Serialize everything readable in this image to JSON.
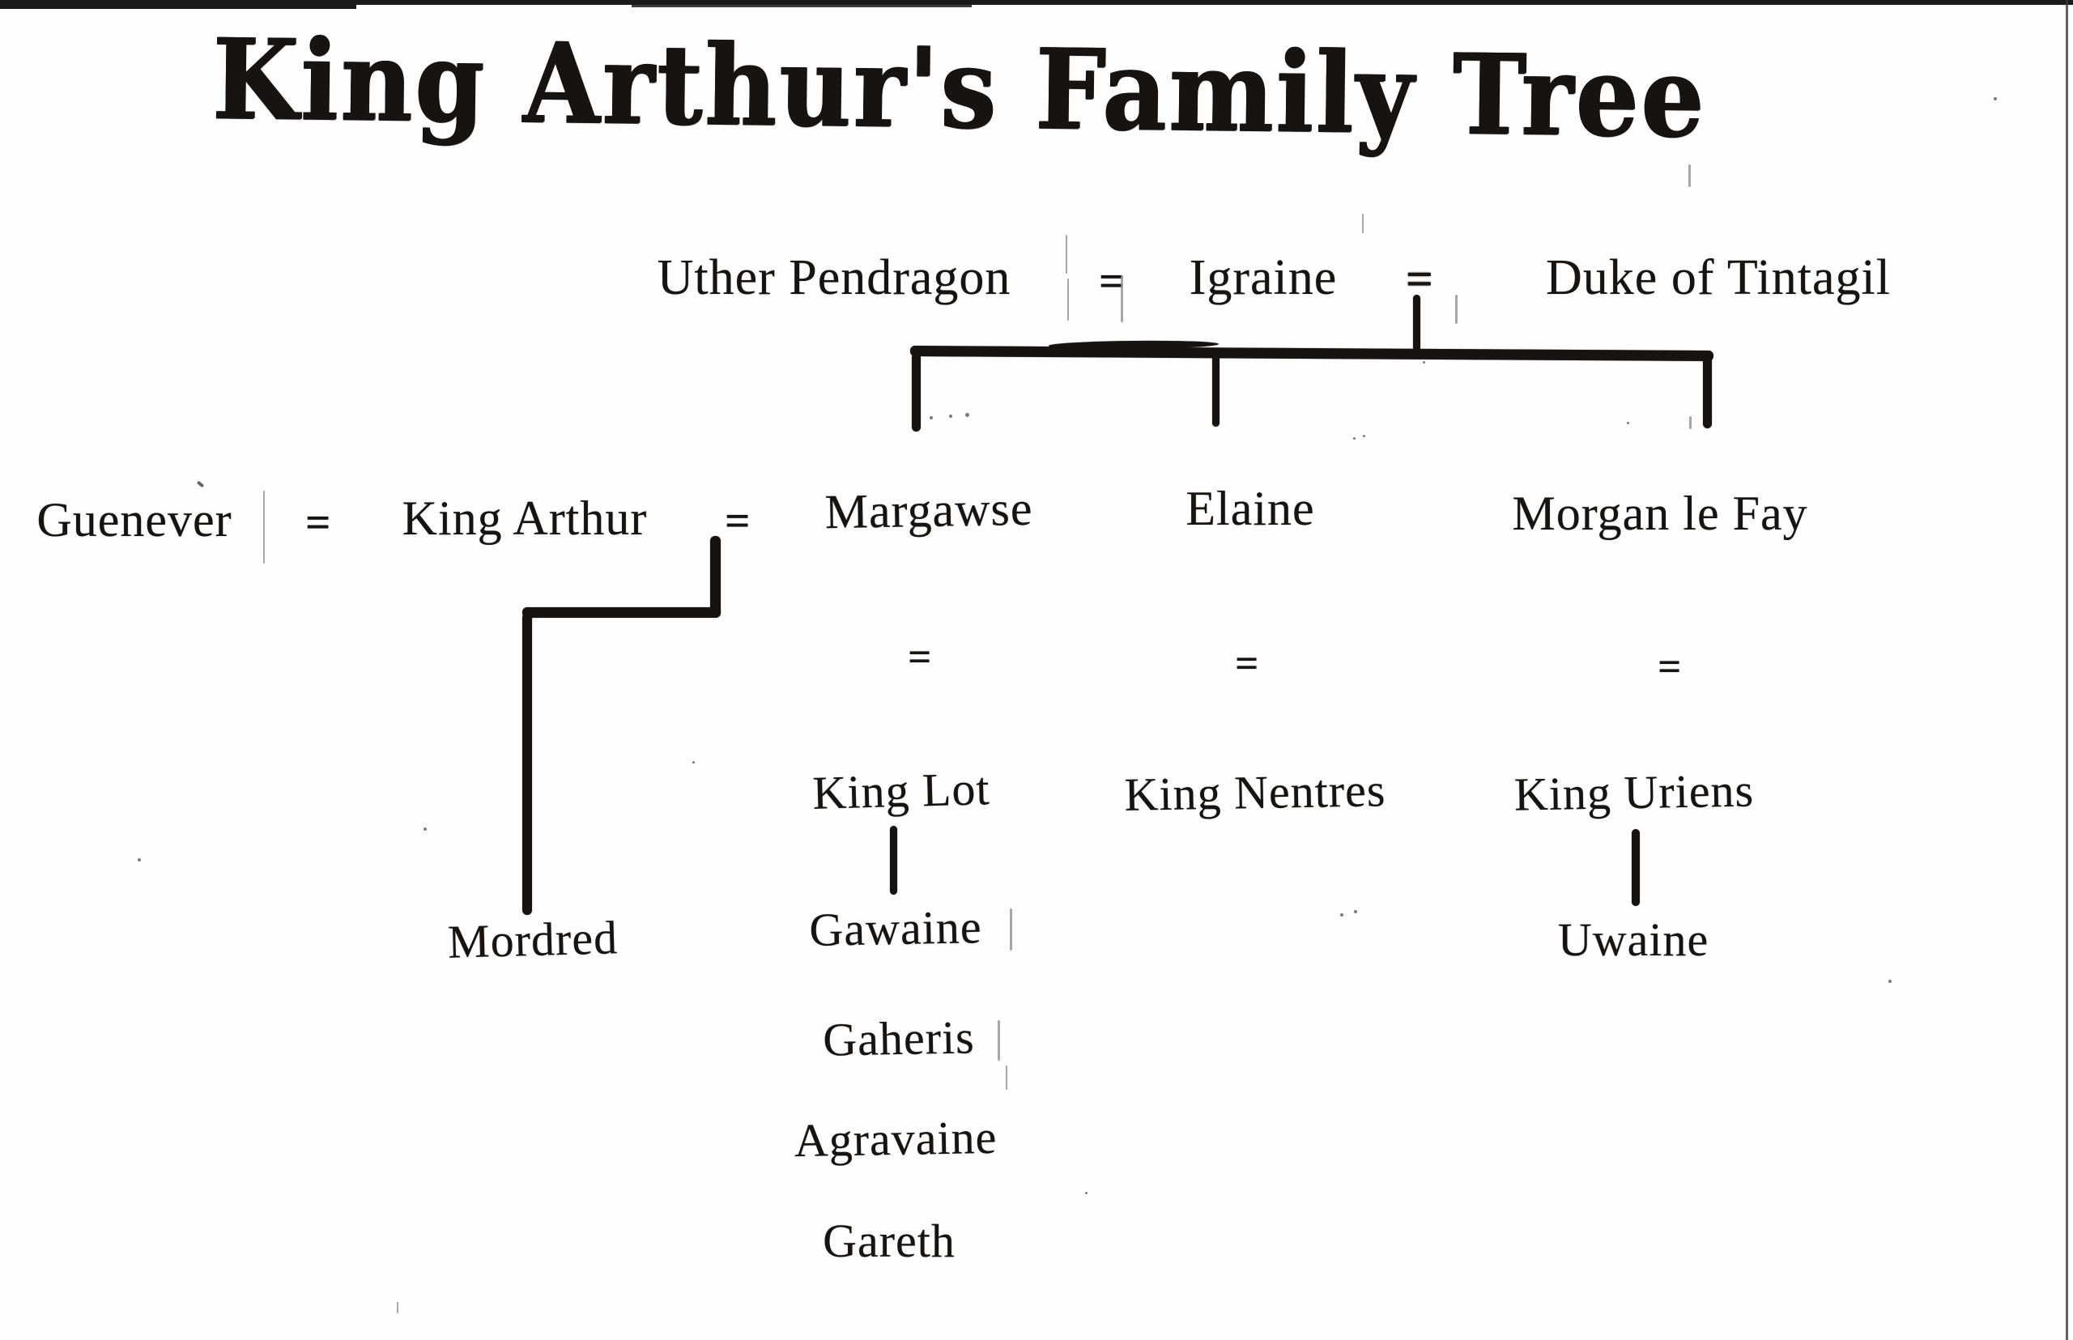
{
  "title": "King Arthur's Family Tree",
  "symbols": {
    "marriage": "="
  },
  "colors": {
    "ink": "#171310",
    "paper": "#fefefe"
  },
  "nodes": {
    "uther": "Uther Pendragon",
    "igraine": "Igraine",
    "duke": "Duke of Tintagil",
    "guenever": "Guenever",
    "arthur": "King Arthur",
    "margawse": "Margawse",
    "elaine": "Elaine",
    "morgan": "Morgan le Fay",
    "king_lot": "King Lot",
    "king_nentres": "King Nentres",
    "king_uriens": "King Uriens",
    "mordred": "Mordred",
    "gawaine": "Gawaine",
    "gaheris": "Gaheris",
    "agravaine": "Agravaine",
    "gareth": "Gareth",
    "uwaine": "Uwaine"
  }
}
